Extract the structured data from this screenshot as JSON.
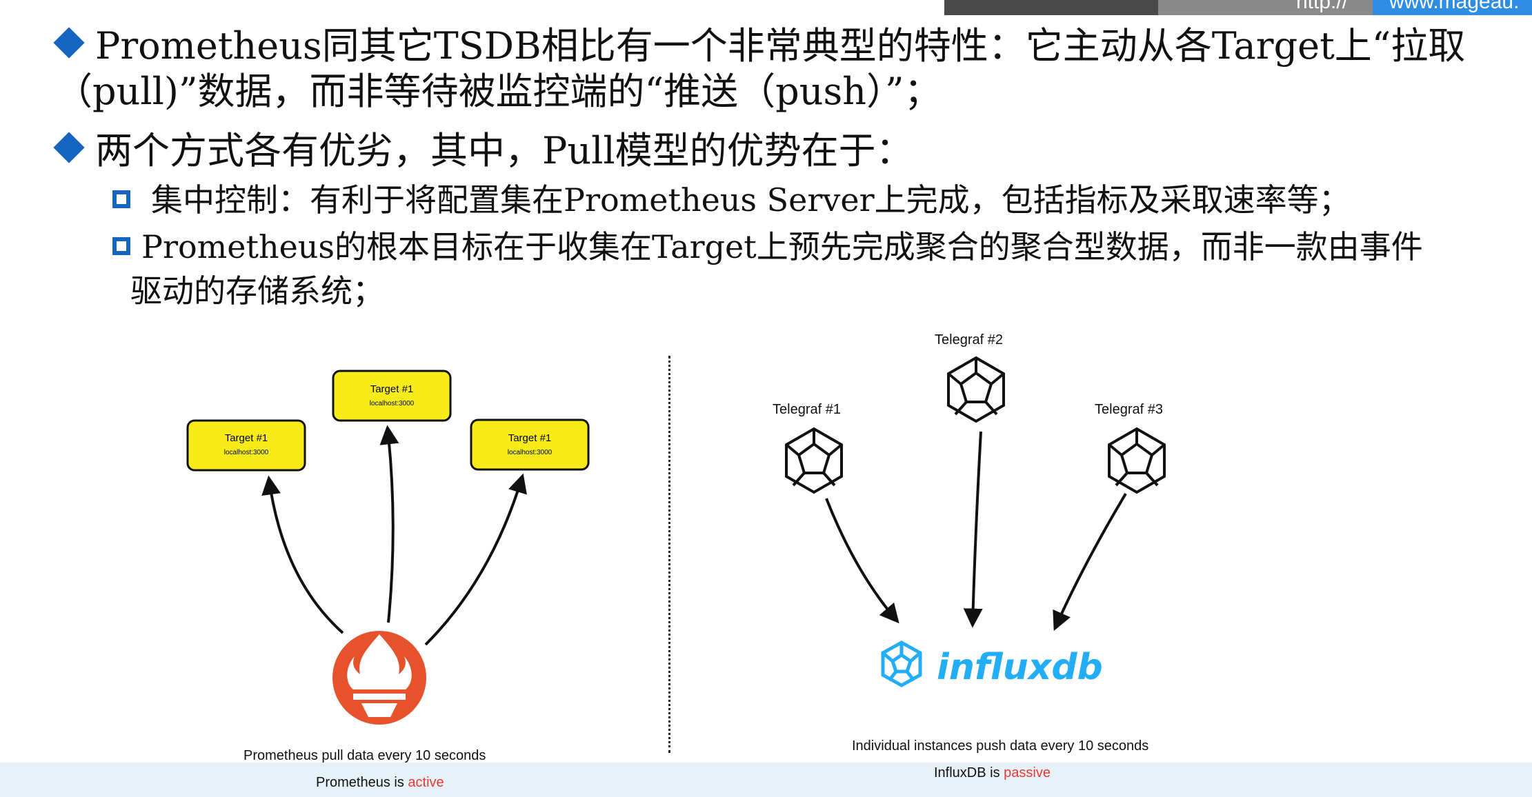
{
  "topbar": {
    "text_left": "http://",
    "text_right": "www.mageau."
  },
  "bullets": {
    "b1_line1": "Prometheus同其它TSDB相比有一个非常典型的特性：它主动从各Target上“拉取",
    "b1_line2": "（pull)”数据，而非等待被监控端的“推送（push）”；",
    "b2": "两个方式各有优劣，其中，Pull模型的优势在于：",
    "s1": "集中控制：有利于将配置集在Prometheus Server上完成，包括指标及采取速率等；",
    "s2_line1": "Prometheus的根本目标在于收集在Target上预先完成聚合的聚合型数据，而非一款由事件",
    "s2_line2": "驱动的存储系统；"
  },
  "pull_diagram": {
    "targets": [
      {
        "name": "Target #1",
        "addr": "localhost:3000"
      },
      {
        "name": "Target #1",
        "addr": "localhost:3000"
      },
      {
        "name": "Target #1",
        "addr": "localhost:3000"
      }
    ],
    "caption": "Prometheus pull data every 10 seconds",
    "status_prefix": "Prometheus is ",
    "status_word": "active"
  },
  "push_diagram": {
    "telegrafs": [
      "Telegraf #1",
      "Telegraf #2",
      "Telegraf #3"
    ],
    "brand": "influxdb",
    "caption": "Individual instances push data every 10 seconds",
    "status_prefix": "InfluxDB is ",
    "status_word": "passive"
  },
  "colors": {
    "bullet": "#1565c0",
    "target_fill": "#f7ec1a",
    "prometheus": "#e6522c",
    "influx": "#22adf6",
    "status_red": "#e53935"
  }
}
